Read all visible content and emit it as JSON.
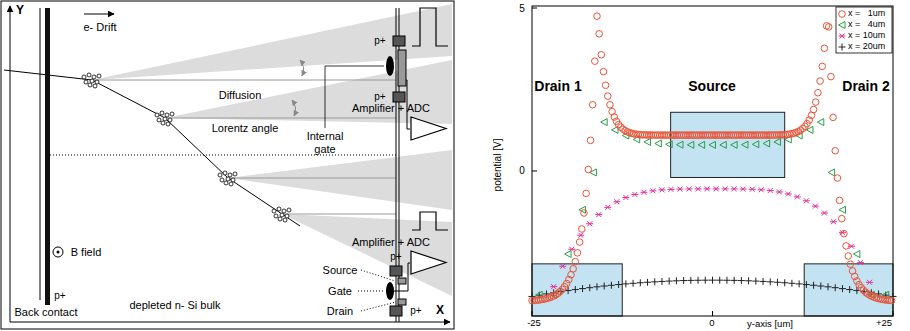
{
  "diagram": {
    "nodes": [
      {
        "text": [
          "Amplifier + ADC"
        ]
      },
      {
        "text": [
          "Amplifier + ADC"
        ]
      }
    ],
    "labels": [
      "Y",
      "X",
      "e- Drift",
      "Diffusion",
      "Lorentz angle",
      "p+",
      "p+",
      "Internal gate",
      "p+",
      "Source",
      "Gate",
      "Drain",
      "p+",
      "B field",
      "depleted n- Si bulk",
      "p+",
      "Back contact",
      "5",
      "0",
      "-25",
      "0",
      "+25",
      "potential [V]",
      "y-axis [um]",
      "Drain 1",
      "Source",
      "Drain 2"
    ],
    "legend": [
      {
        "text": "x =   1um"
      },
      {
        "text": "x =   4um"
      },
      {
        "text": "x = 10um"
      },
      {
        "text": "x = 20um"
      }
    ]
  }
}
